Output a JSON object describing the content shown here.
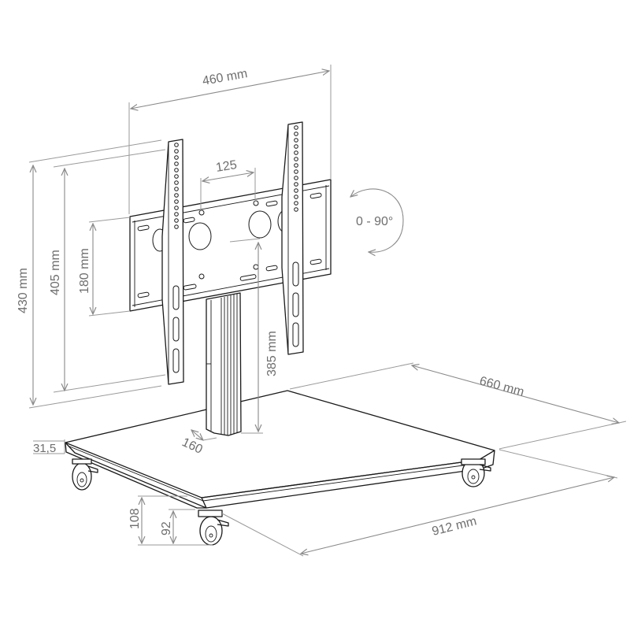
{
  "drawing": {
    "subject": "Mobile TV stand with rotating VESA bracket and castors",
    "line_color": "#1a1a1a",
    "dimension_color": "#8a8a8a",
    "label_color": "#6e6e6e",
    "background": "#ffffff"
  },
  "dimensions": {
    "bracket_width": "460 mm",
    "vesa_horizontal": "125",
    "rotation": "0 - 90°",
    "overall_upright_height": "430 mm",
    "upright_height": "405 mm",
    "vesa_vertical": "180 mm",
    "column_height": "385 mm",
    "column_width": "160",
    "base_thickness": "31,5",
    "height_with_castors": "108",
    "castor_height": "92",
    "base_depth": "660 mm",
    "base_width": "912 mm"
  }
}
